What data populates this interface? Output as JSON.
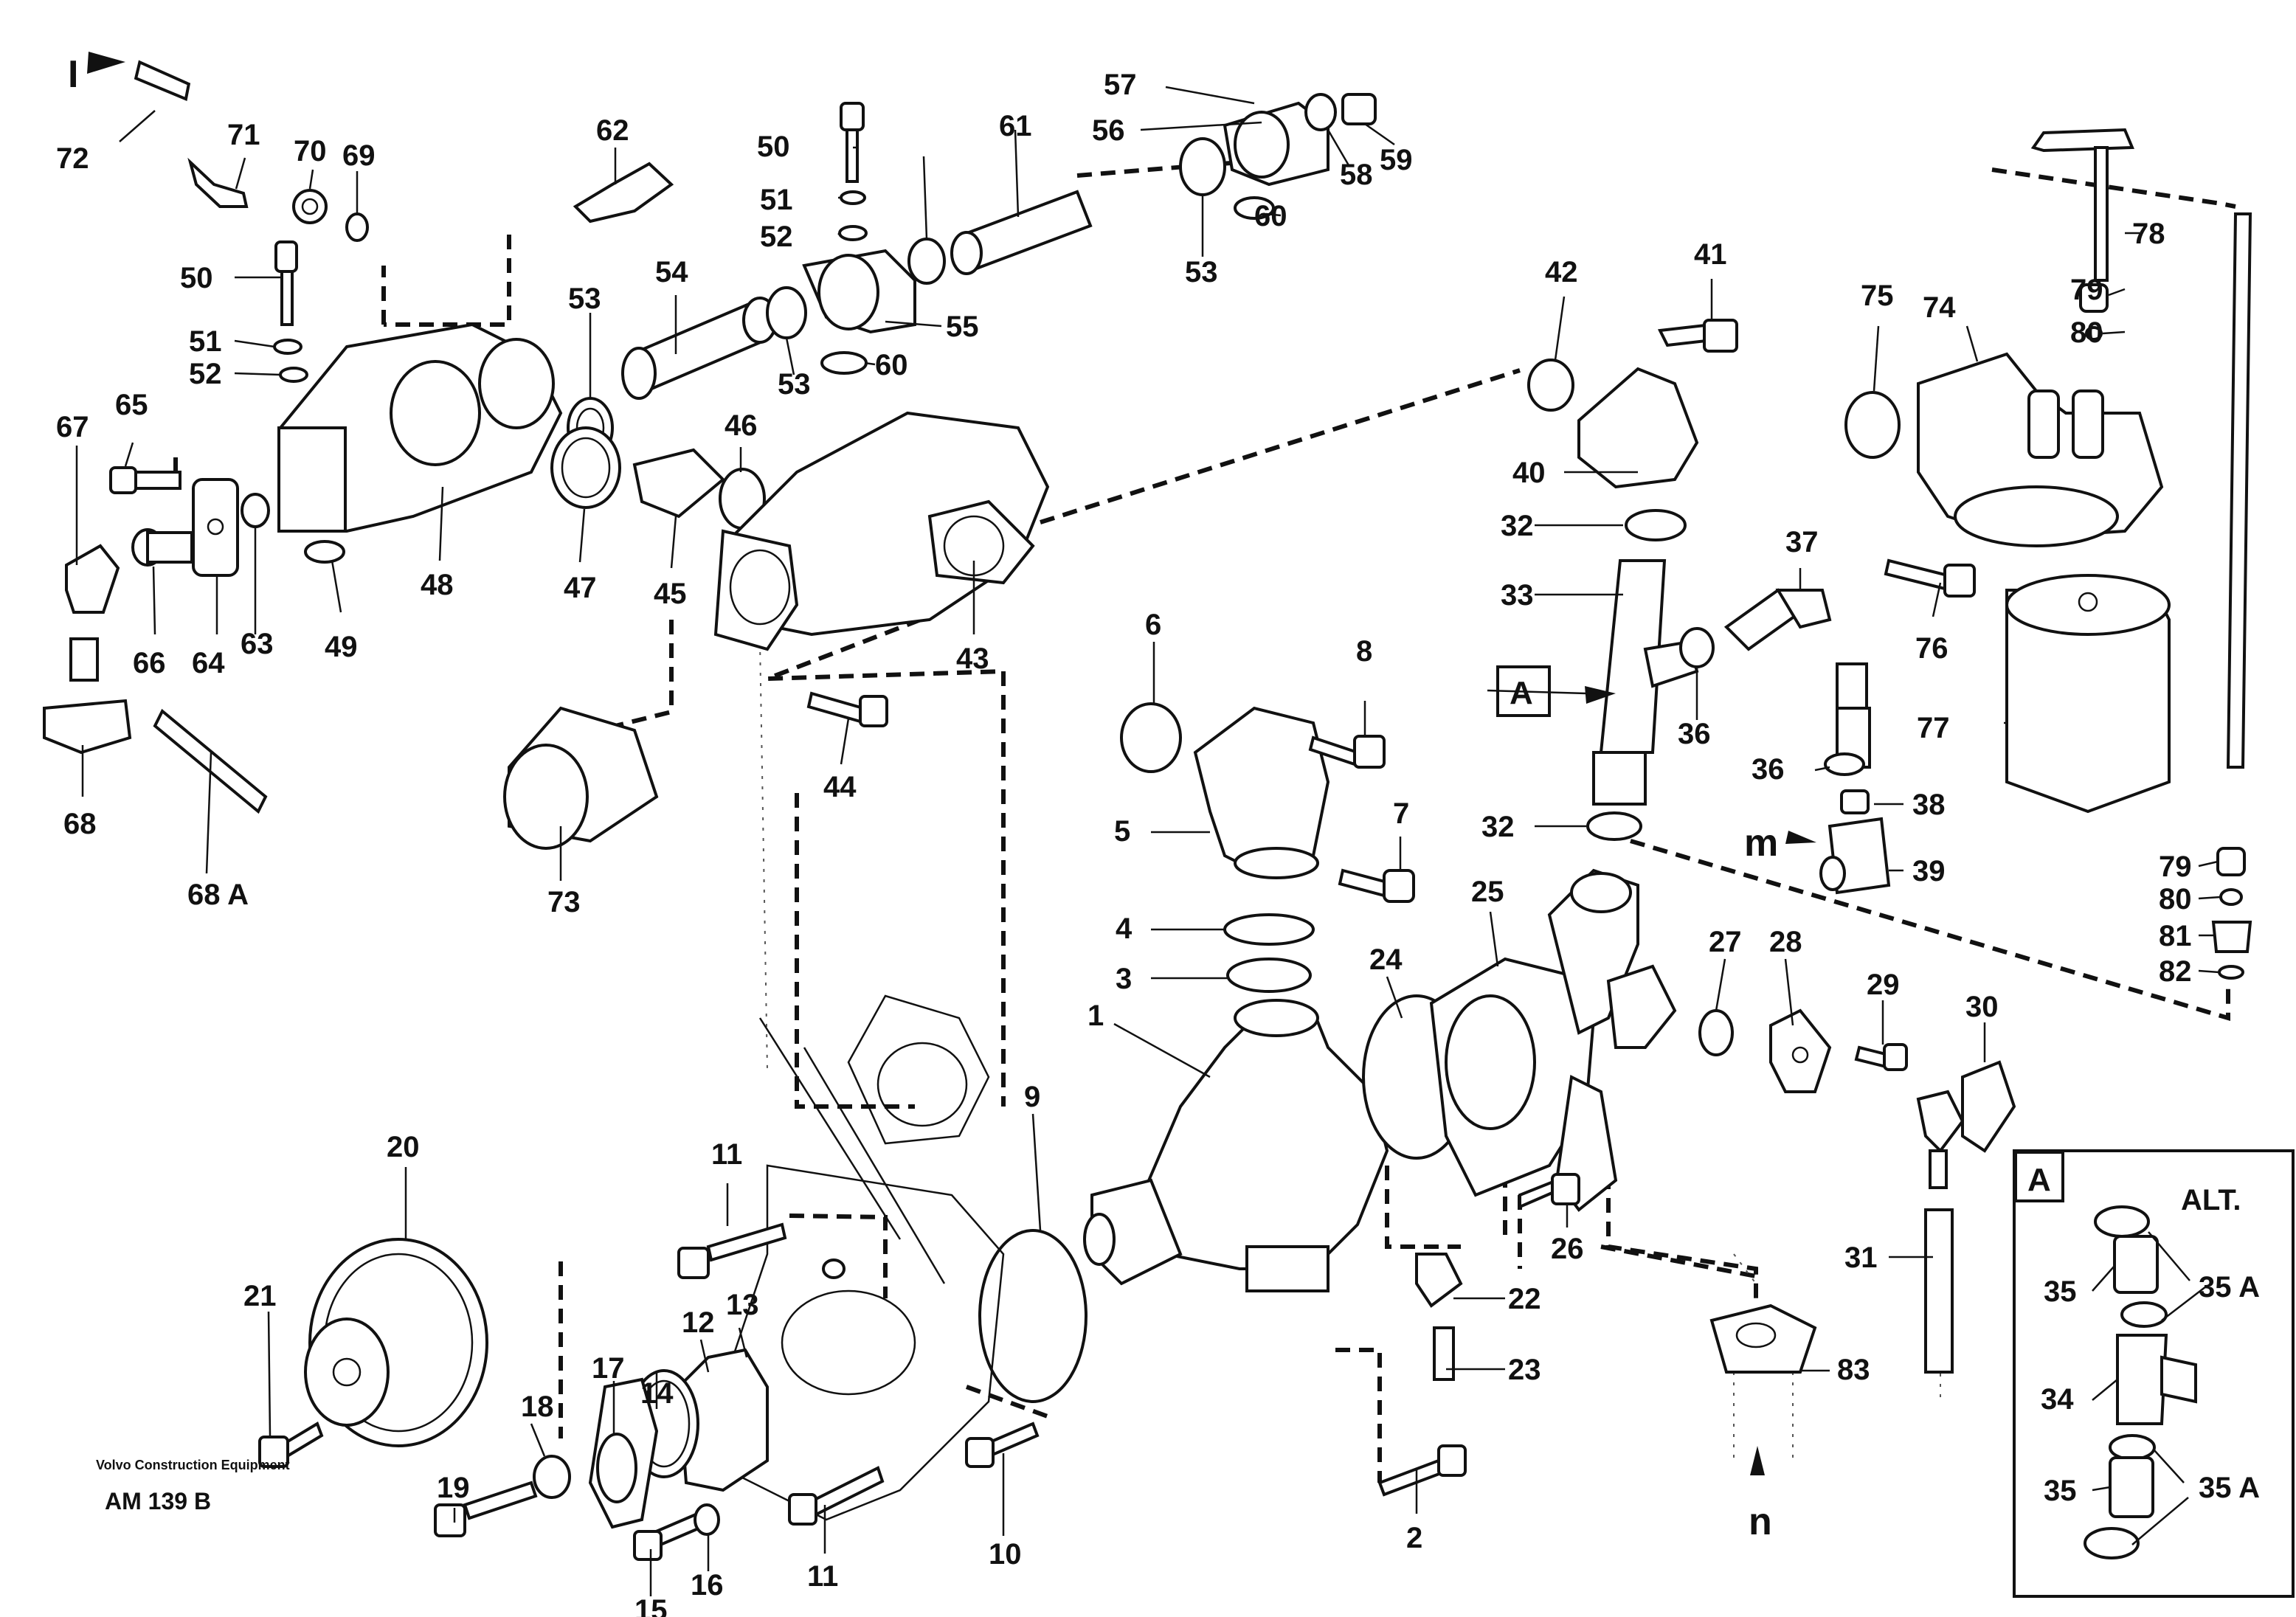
{
  "callouts": [
    "1",
    "2",
    "3",
    "4",
    "5",
    "6",
    "7",
    "8",
    "9",
    "10",
    "11",
    "11",
    "12",
    "13",
    "14",
    "15",
    "16",
    "17",
    "18",
    "19",
    "20",
    "21",
    "22",
    "23",
    "24",
    "25",
    "26",
    "27",
    "28",
    "29",
    "30",
    "31",
    "32",
    "32",
    "33",
    "34",
    "35",
    "35",
    "35 A",
    "35 A",
    "36",
    "36",
    "37",
    "38",
    "39",
    "40",
    "41",
    "42",
    "43",
    "44",
    "45",
    "46",
    "47",
    "48",
    "49",
    "50",
    "50",
    "51",
    "51",
    "52",
    "52",
    "53",
    "53",
    "53",
    "54",
    "55",
    "56",
    "57",
    "58",
    "59",
    "60",
    "60",
    "61",
    "62",
    "63",
    "64",
    "65",
    "66",
    "67",
    "68",
    "68 A",
    "69",
    "70",
    "71",
    "72",
    "73",
    "74",
    "75",
    "76",
    "77",
    "78",
    "79",
    "79",
    "80",
    "80",
    "81",
    "82",
    "83"
  ],
  "markers": {
    "I": "I",
    "m": "m",
    "n": "n"
  },
  "view_a_label": "A",
  "inset": {
    "label": "A",
    "title": "ALT."
  },
  "footer": {
    "company": "Volvo Construction Equipment",
    "code": "AM 139 B"
  },
  "colors": {
    "line": "#111111",
    "background": "#ffffff"
  }
}
